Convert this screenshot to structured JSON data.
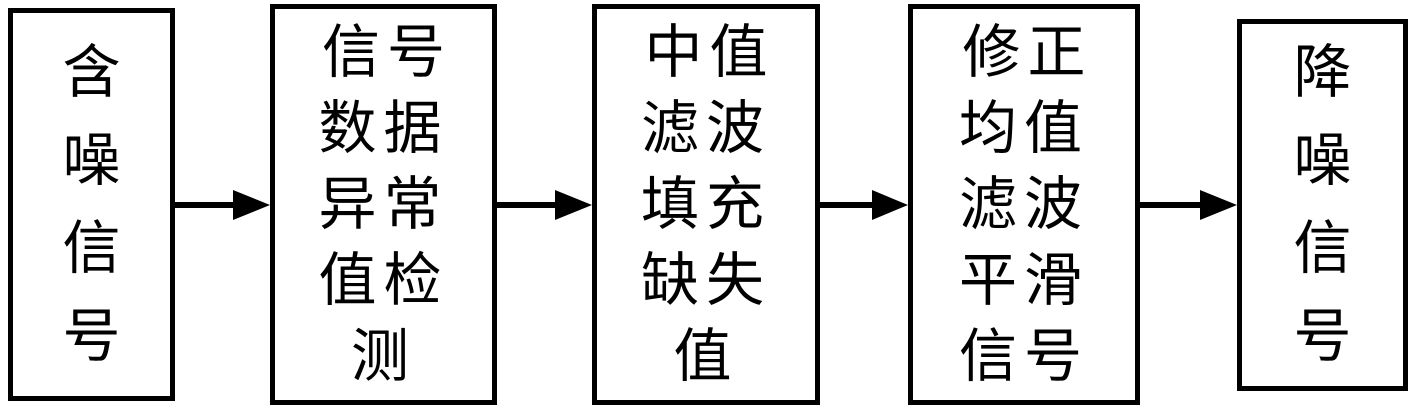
{
  "flowchart": {
    "nodes": [
      {
        "id": "noisy-signal",
        "text": "含\n噪\n信\n号"
      },
      {
        "id": "anomaly-detection",
        "text": "信号\n数据\n异常\n值检\n测"
      },
      {
        "id": "median-fill",
        "text": "中值\n滤波\n填充\n缺失\n值"
      },
      {
        "id": "mean-smooth",
        "text": "修正\n均值\n滤波\n平滑\n信号"
      },
      {
        "id": "denoised-signal",
        "text": "降\n噪\n信\n号"
      }
    ],
    "colors": {
      "border": "#000000",
      "text": "#000000",
      "arrow": "#000000",
      "background": "#ffffff"
    }
  }
}
